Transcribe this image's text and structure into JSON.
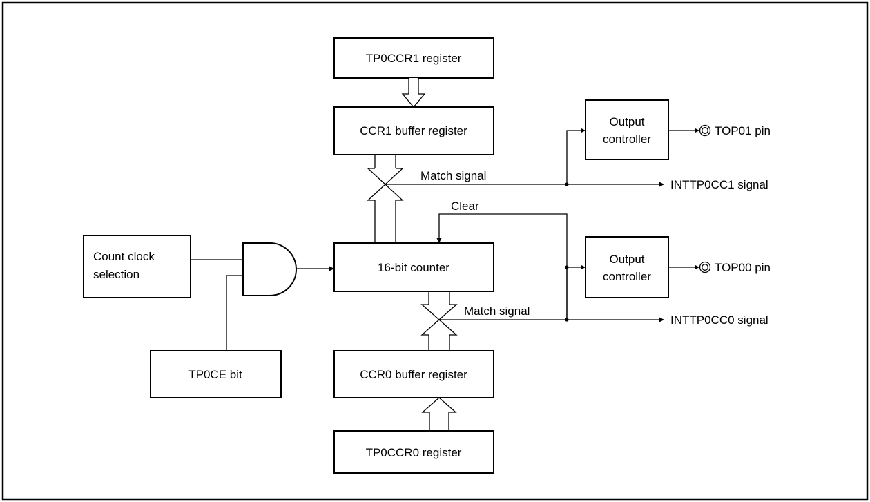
{
  "blocks": {
    "tp0ccr1_register": "TP0CCR1 register",
    "ccr1_buffer_register": "CCR1 buffer register",
    "counter_16bit": "16-bit counter",
    "ccr0_buffer_register": "CCR0 buffer register",
    "tp0ccr0_register": "TP0CCR0 register",
    "count_clock_line1": "Count clock",
    "count_clock_line2": "selection",
    "tp0ce_bit": "TP0CE bit",
    "output_controller_1_line1": "Output",
    "output_controller_1_line2": "controller",
    "output_controller_0_line1": "Output",
    "output_controller_0_line2": "controller"
  },
  "signals": {
    "match_signal_1": "Match signal",
    "match_signal_0": "Match signal",
    "clear": "Clear",
    "inttp0cc1": "INTTP0CC1 signal",
    "inttp0cc0": "INTTP0CC0 signal",
    "top01_pin": "TOP01 pin",
    "top00_pin": "TOP00 pin"
  },
  "colors": {
    "line": "#000000",
    "background": "#ffffff"
  }
}
